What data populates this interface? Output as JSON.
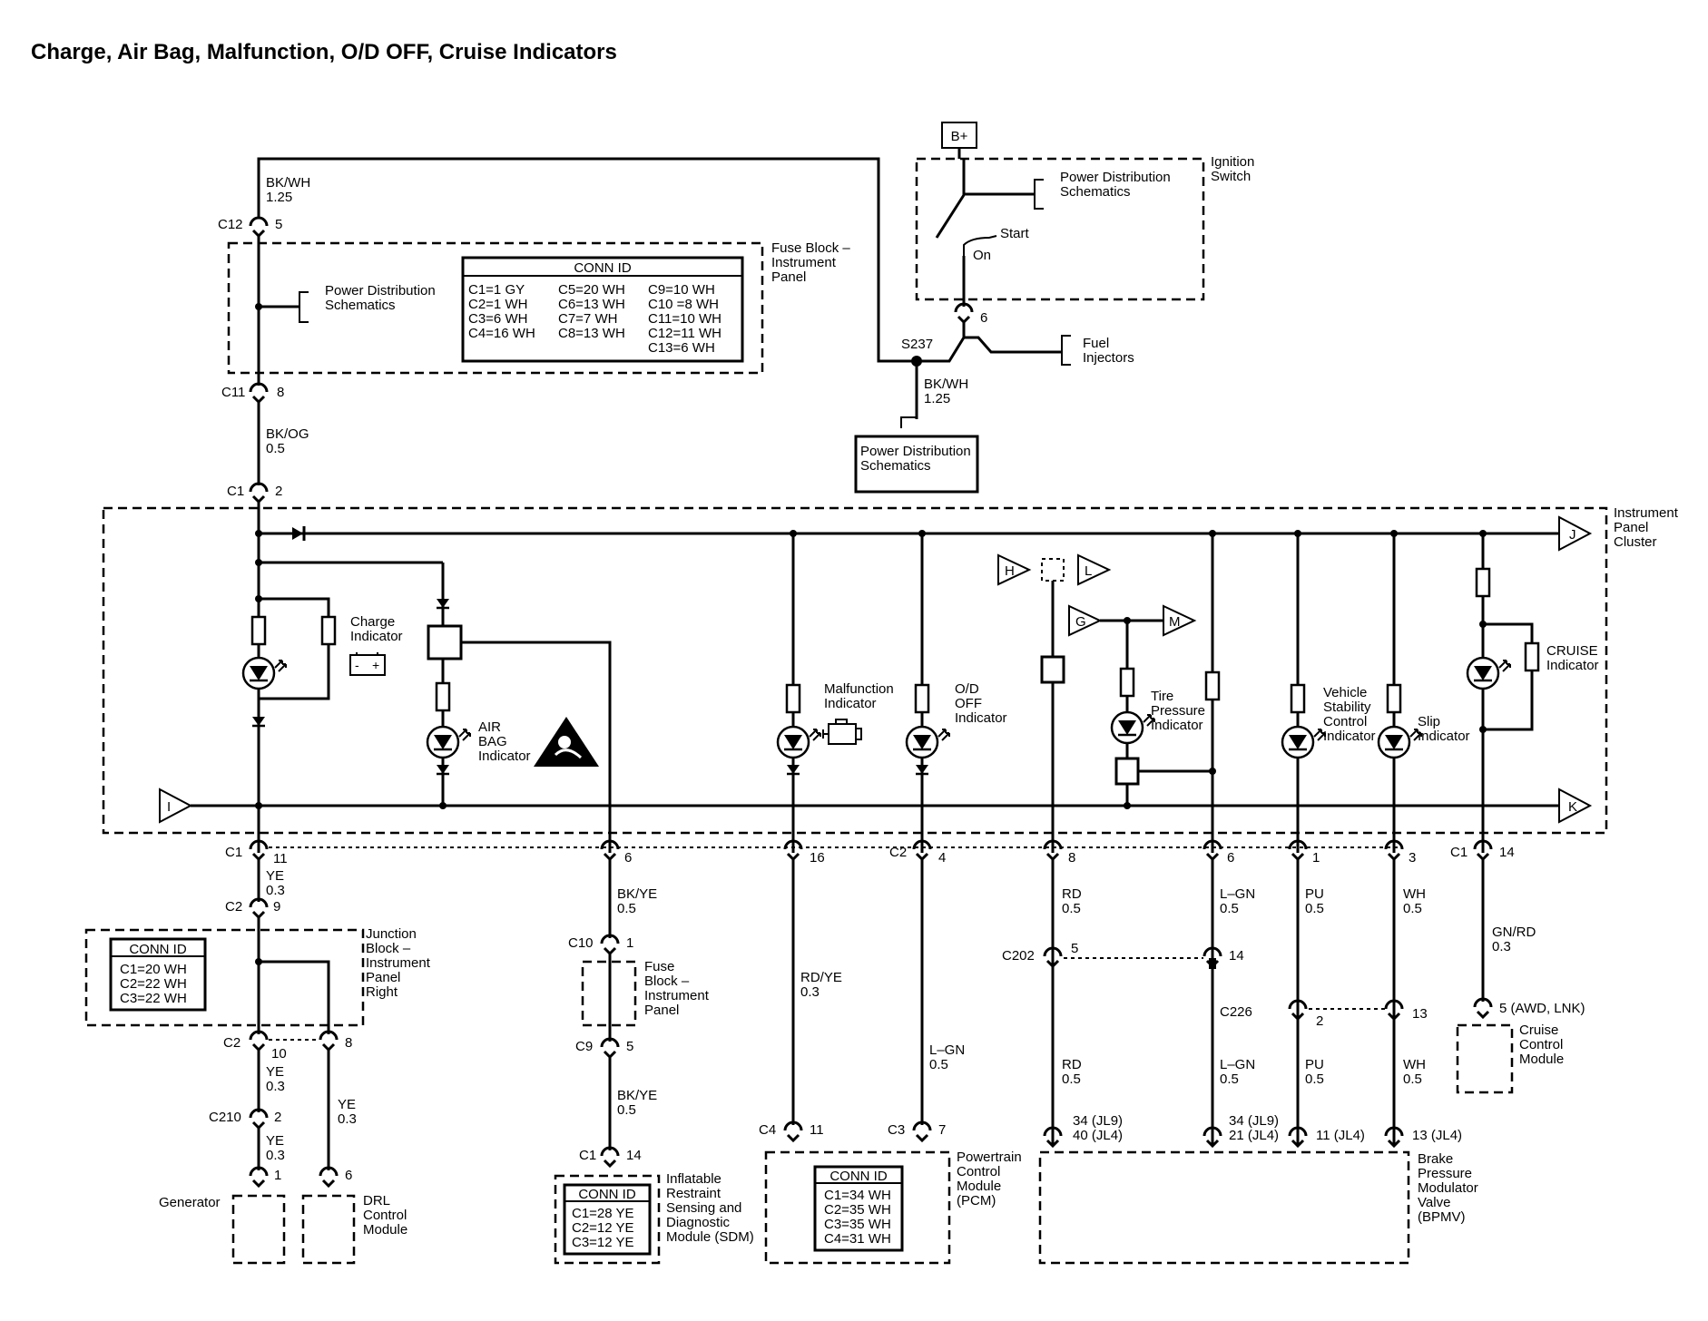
{
  "title": "Charge, Air Bag, Malfunction, O/D OFF, Cruise Indicators",
  "wires": {
    "top_color": "BK/WH",
    "top_size": "1.25",
    "mid_color": "BK/OG",
    "mid_size": "0.5",
    "s237_color": "BK/WH",
    "s237_size": "1.25",
    "ye1_color": "YE",
    "ye1_size": "0.3",
    "ye2_color": "YE",
    "ye2_size": "0.3",
    "ye3_color": "YE",
    "ye3_size": "0.3",
    "ye4_color": "YE",
    "ye4_size": "0.3",
    "bkye1_color": "BK/YE",
    "bkye1_size": "0.5",
    "bkye2_color": "BK/YE",
    "bkye2_size": "0.5",
    "rdye_color": "RD/YE",
    "rdye_size": "0.3",
    "lgn1_color": "L–GN",
    "lgn1_size": "0.5",
    "rd1_color": "RD",
    "rd1_size": "0.5",
    "rd2_color": "RD",
    "rd2_size": "0.5",
    "lgn2_color": "L–GN",
    "lgn2_size": "0.5",
    "lgn3_color": "L–GN",
    "lgn3_size": "0.5",
    "pu1_color": "PU",
    "pu1_size": "0.5",
    "pu2_color": "PU",
    "pu2_size": "0.5",
    "wh1_color": "WH",
    "wh1_size": "0.5",
    "wh2_color": "WH",
    "wh2_size": "0.5",
    "gnrd_color": "GN/RD",
    "gnrd_size": "0.3"
  },
  "connectors": {
    "c12": "C12",
    "c12_pin": "5",
    "c11": "C11",
    "c11_pin": "8",
    "c1_top": "C1",
    "c1_top_pin": "2",
    "c1_a": "C1",
    "c1_a_pin": "11",
    "pin_6": "6",
    "pin_16": "16",
    "c2_b": "C2",
    "c2_b_pin": "4",
    "pin_8": "8",
    "pin_6b": "6",
    "pin_1": "1",
    "pin_3": "3",
    "c1_c": "C1",
    "c1_c_pin": "14",
    "c2_jb": "C2",
    "c2_jb_pin": "9",
    "c2_jb_lower": "C2",
    "c2_jb_lower_pin": "10",
    "c2_jb_lower_pin2": "8",
    "c210": "C210",
    "c210_pin": "2",
    "gen_pin": "1",
    "drl_pin": "6",
    "c10": "C10",
    "c10_pin": "1",
    "c9": "C9",
    "c9_pin": "5",
    "c1_sdm": "C1",
    "c1_sdm_pin": "14",
    "c4": "C4",
    "c4_pin": "11",
    "c3": "C3",
    "c3_pin": "7",
    "c202": "C202",
    "c202_pin": "5",
    "c202_pin2": "14",
    "c226": "C226",
    "c226_pin": "2",
    "c226_pin2": "13",
    "cruise_pin": "5 (AWD, LNK)",
    "pcm_pin_a1": "34 (JL9)",
    "pcm_pin_a2": "40 (JL4)",
    "pcm_pin_b1": "34 (JL9)",
    "pcm_pin_b2": "21 (JL4)",
    "bpmv_pin_a": "11 (JL4)",
    "bpmv_pin_b": "13 (JL4)",
    "ign_pin": "6",
    "s237": "S237"
  },
  "components": {
    "bplus": "B+",
    "ignition_switch": [
      "Ignition",
      "Switch"
    ],
    "power_dist_ign": [
      "Power Distribution",
      "Schematics"
    ],
    "start": "Start",
    "on": "On",
    "fuel_injectors": [
      "Fuel",
      "Injectors"
    ],
    "power_dist_s237": [
      "Power Distribution",
      "Schematics"
    ],
    "fuse_block": [
      "Fuse Block –",
      "Instrument",
      "Panel"
    ],
    "power_dist_fb": [
      "Power Distribution",
      "Schematics"
    ],
    "ipc": [
      "Instrument",
      "Panel",
      "Cluster"
    ],
    "charge_indicator": [
      "Charge",
      "Indicator"
    ],
    "airbag_indicator": [
      "AIR",
      "BAG",
      "Indicator"
    ],
    "malfunction_indicator": [
      "Malfunction",
      "Indicator"
    ],
    "od_off_indicator": [
      "O/D",
      "OFF",
      "Indicator"
    ],
    "tire_pressure_indicator": [
      "Tire",
      "Pressure",
      "Indicator"
    ],
    "vsc_indicator": [
      "Vehicle",
      "Stability",
      "Control",
      "Indicator"
    ],
    "slip_indicator": [
      "Slip",
      "Indicator"
    ],
    "cruise_indicator": [
      "CRUISE",
      "Indicator"
    ],
    "junction_block": [
      "Junction",
      "Block –",
      "Instrument",
      "Panel",
      "Right"
    ],
    "generator": "Generator",
    "drl_module": [
      "DRL",
      "Control",
      "Module"
    ],
    "fuse_block_2": [
      "Fuse",
      "Block –",
      "Instrument",
      "Panel"
    ],
    "sdm": [
      "Inflatable",
      "Restraint",
      "Sensing and",
      "Diagnostic",
      "Module (SDM)"
    ],
    "pcm": [
      "Powertrain",
      "Control",
      "Module",
      "(PCM)"
    ],
    "bpmv": [
      "Brake",
      "Pressure",
      "Modulator",
      "Valve",
      "(BPMV)"
    ],
    "cruise_module": [
      "Cruise",
      "Control",
      "Module"
    ],
    "flags": [
      "J",
      "I",
      "K",
      "H",
      "L",
      "G",
      "M"
    ]
  },
  "conn_id_tables": {
    "fuse_block": {
      "header": "CONN ID",
      "col1": [
        "C1=1 GY",
        "C2=1 WH",
        "C3=6 WH",
        "C4=16 WH"
      ],
      "col2": [
        "C5=20 WH",
        "C6=13 WH",
        "C7=7 WH",
        "C8=13 WH"
      ],
      "col3": [
        "C9=10 WH",
        "C10 =8 WH",
        "C11=10 WH",
        "C12=11 WH",
        "C13=6 WH"
      ]
    },
    "junction_block": {
      "header": "CONN ID",
      "rows": [
        "C1=20 WH",
        "C2=22 WH",
        "C3=22 WH"
      ]
    },
    "sdm": {
      "header": "CONN ID",
      "rows": [
        "C1=28 YE",
        "C2=12 YE",
        "C3=12 YE"
      ]
    },
    "pcm": {
      "header": "CONN ID",
      "rows": [
        "C1=34 WH",
        "C2=35 WH",
        "C3=35 WH",
        "C4=31 WH"
      ]
    }
  }
}
